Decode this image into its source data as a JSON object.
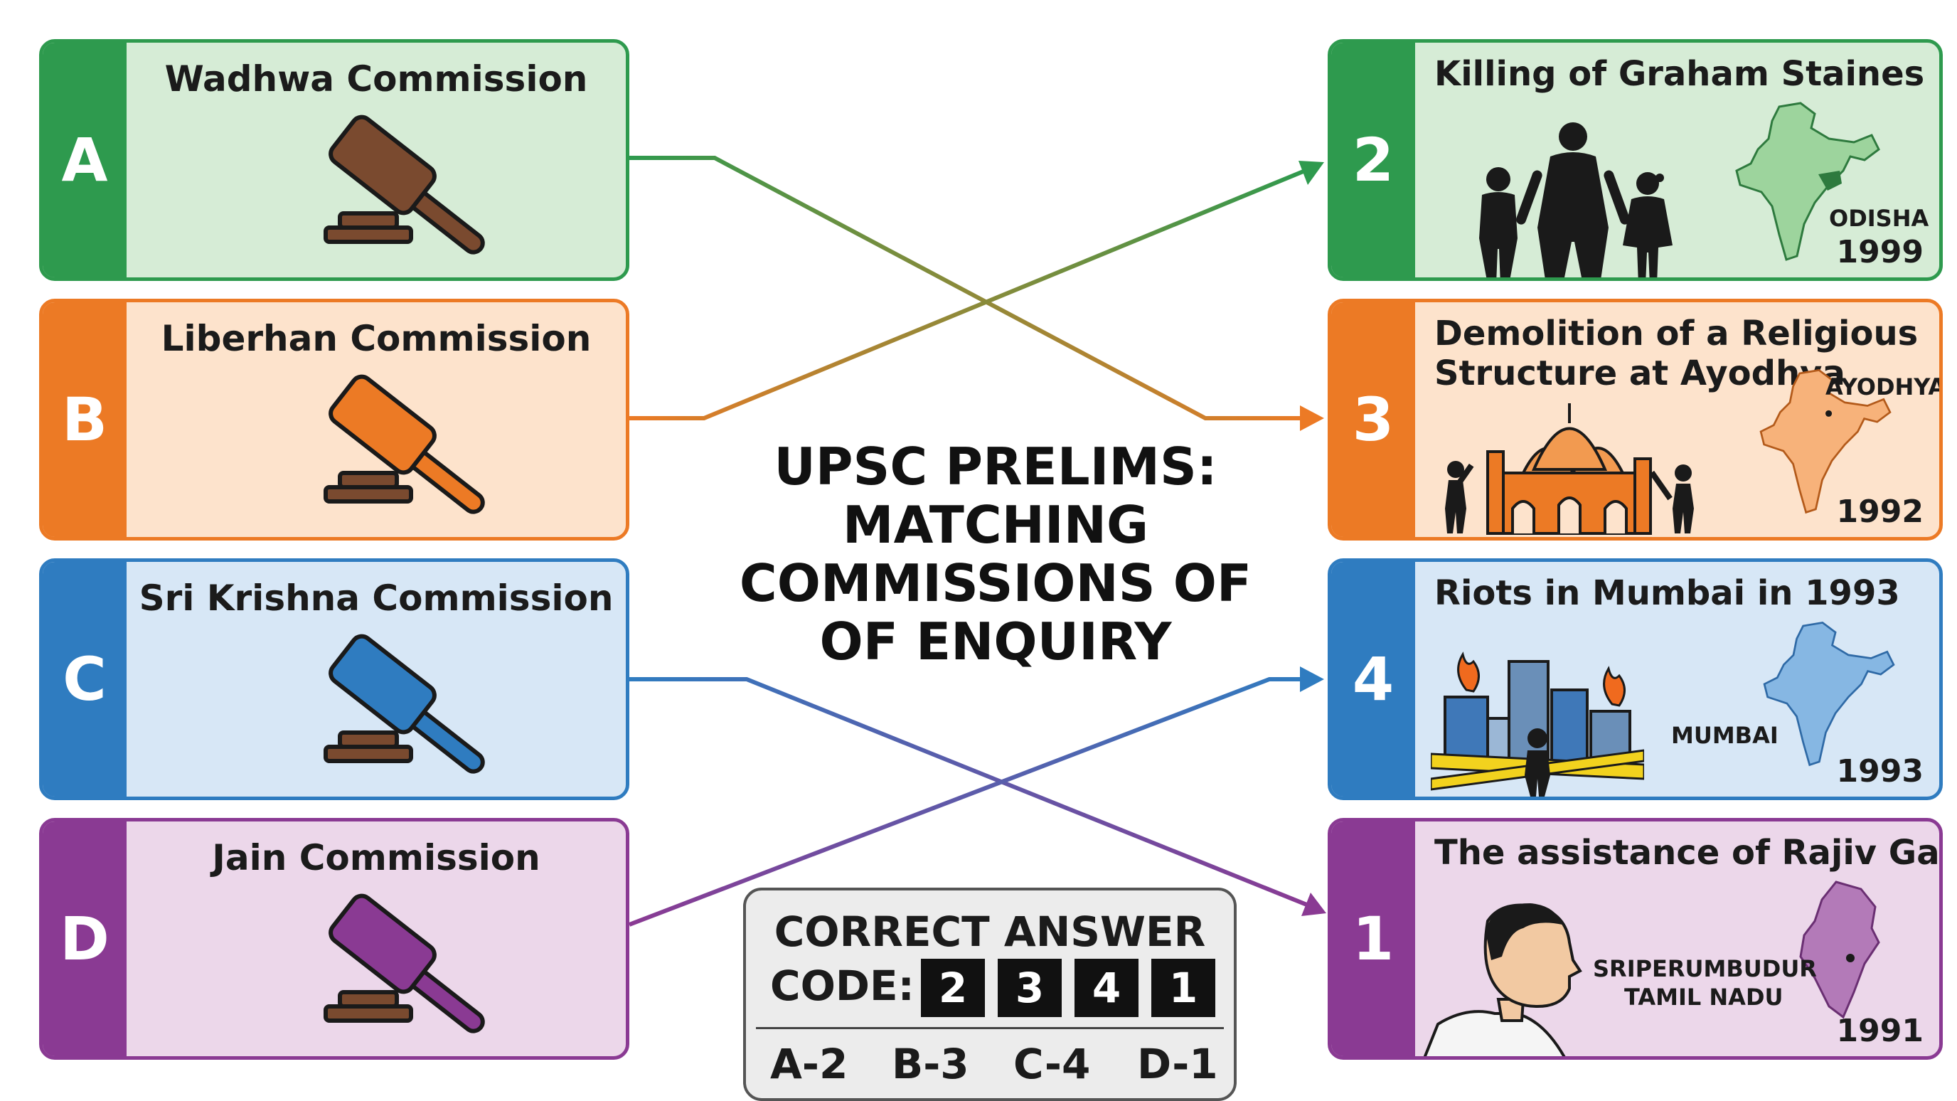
{
  "title_lines": [
    "UPSC PRELIMS:",
    "MATCHING",
    "COMMISSIONS OF",
    "OF ENQUIRY"
  ],
  "colors": {
    "green": "#2e9a4e",
    "green_bg": "#d6ecd6",
    "orange": "#ec7a25",
    "orange_bg": "#fde3cc",
    "blue": "#2f7cc0",
    "blue_bg": "#d7e7f6",
    "purple": "#8a3a93",
    "purple_bg": "#ecd7ea",
    "wood": "#7a4a2f"
  },
  "commissions": [
    {
      "letter": "A",
      "name": "Wadhwa Commission",
      "icon": "gavel-icon"
    },
    {
      "letter": "B",
      "name": "Liberhan Commission",
      "icon": "gavel-icon"
    },
    {
      "letter": "C",
      "name": "Sri Krishna Commission",
      "icon": "gavel-icon"
    },
    {
      "letter": "D",
      "name": "Jain Commission",
      "icon": "gavel-icon"
    }
  ],
  "events": [
    {
      "number": "2",
      "title_lines": [
        "Killing of Graham Staines"
      ],
      "places": [
        "ODISHA"
      ],
      "year": "1999",
      "icon": "family-silhouette-icon"
    },
    {
      "number": "3",
      "title_lines": [
        "Demolition of a Religious",
        "Structure at Ayodhya"
      ],
      "places": [
        "AYODHYA"
      ],
      "year": "1992",
      "icon": "temple-demolition-icon"
    },
    {
      "number": "4",
      "title_lines": [
        "Riots in Mumbai in 1993"
      ],
      "places": [
        "MUMBAI"
      ],
      "year": "1993",
      "icon": "city-fire-icon"
    },
    {
      "number": "1",
      "title_lines": [
        "The assistance of Rajiv Gandhi"
      ],
      "places": [
        "SRIPERUMBUDUR",
        "TAMIL NADU"
      ],
      "year": "1991",
      "icon": "portrait-icon"
    }
  ],
  "answer": {
    "title": "CORRECT ANSWER",
    "code_label": "CODE:",
    "code": [
      "2",
      "3",
      "4",
      "1"
    ],
    "pairs": [
      "A-2",
      "B-3",
      "C-4",
      "D-1"
    ]
  }
}
